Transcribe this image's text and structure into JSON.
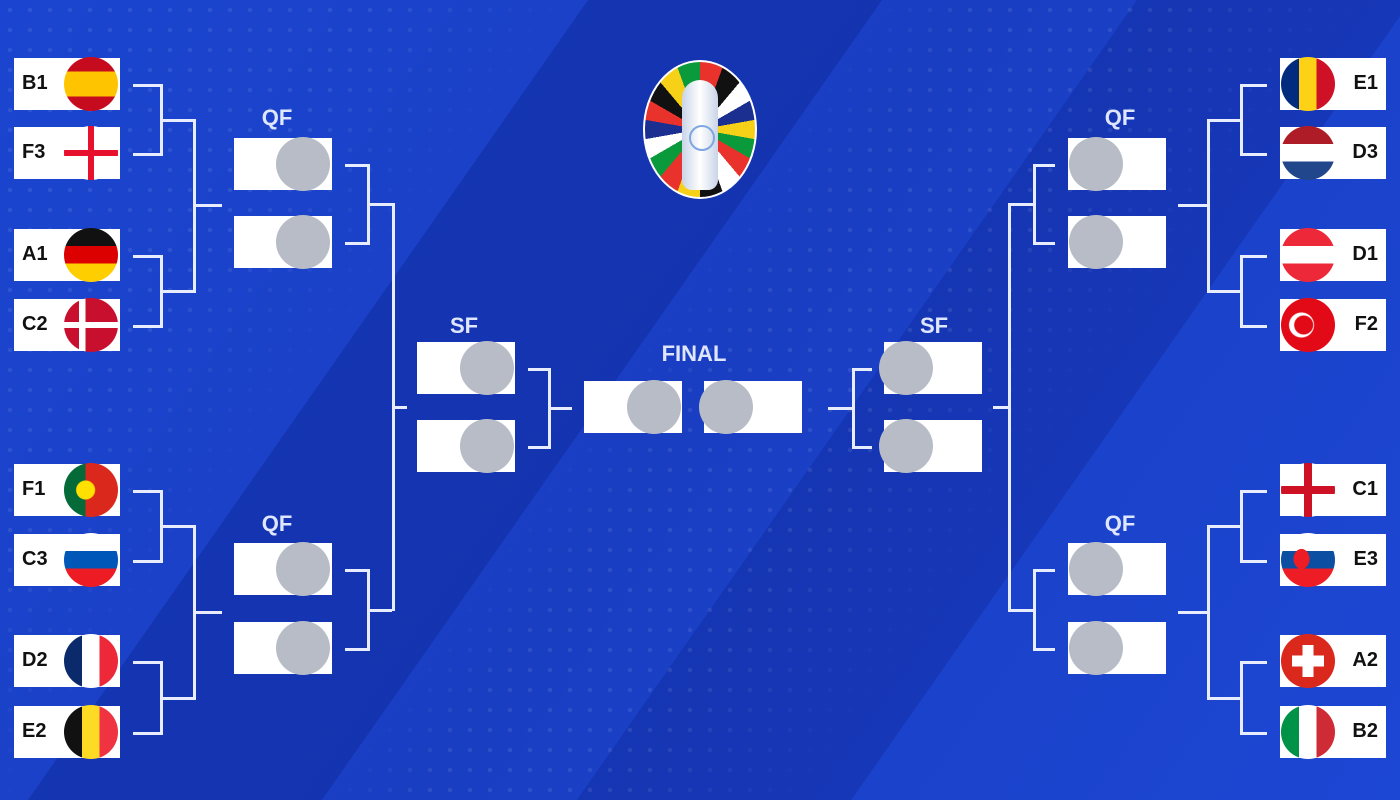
{
  "logo": "euro-2024-trophy-logo",
  "labels": {
    "qf": "QF",
    "sf": "SF",
    "final": "FINAL"
  },
  "left_teams": [
    {
      "seed": "B1",
      "flag": "spain-flag"
    },
    {
      "seed": "F3",
      "flag": "georgia-flag"
    },
    {
      "seed": "A1",
      "flag": "germany-flag"
    },
    {
      "seed": "C2",
      "flag": "denmark-flag"
    },
    {
      "seed": "F1",
      "flag": "portugal-flag"
    },
    {
      "seed": "C3",
      "flag": "slovenia-flag"
    },
    {
      "seed": "D2",
      "flag": "france-flag"
    },
    {
      "seed": "E2",
      "flag": "belgium-flag"
    }
  ],
  "right_teams": [
    {
      "seed": "E1",
      "flag": "romania-flag"
    },
    {
      "seed": "D3",
      "flag": "netherlands-flag"
    },
    {
      "seed": "D1",
      "flag": "austria-flag"
    },
    {
      "seed": "F2",
      "flag": "turkey-flag"
    },
    {
      "seed": "C1",
      "flag": "england-flag"
    },
    {
      "seed": "E3",
      "flag": "slovakia-flag"
    },
    {
      "seed": "A2",
      "flag": "switzerland-flag"
    },
    {
      "seed": "B2",
      "flag": "italy-flag"
    }
  ],
  "colors": {
    "background": "#1a3ec2",
    "placeholder": "#b8bcc6",
    "line": "#e8ecff"
  }
}
